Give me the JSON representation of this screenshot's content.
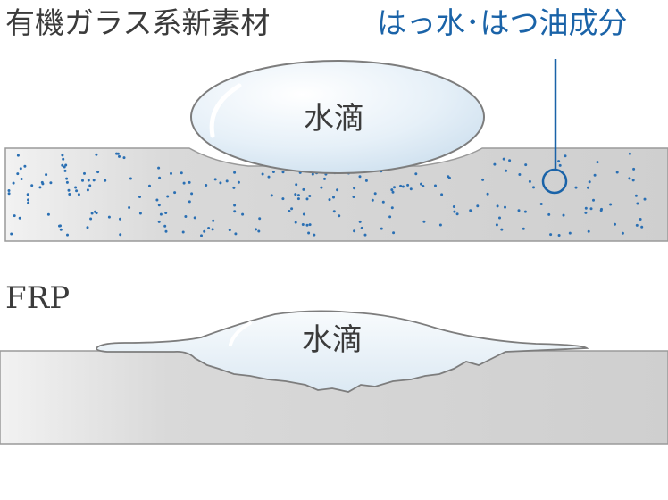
{
  "top_section": {
    "title": "有機ガラス系新素材",
    "callout_label": "はっ水･はつ油成分",
    "droplet_label": "水滴"
  },
  "bottom_section": {
    "title": "FRP",
    "droplet_label": "水滴"
  },
  "colors": {
    "text": "#3b3b3b",
    "accent_blue": "#1a63a8",
    "surface_gray": "#d4d4d4",
    "droplet_fill": "#e8f1f8"
  }
}
